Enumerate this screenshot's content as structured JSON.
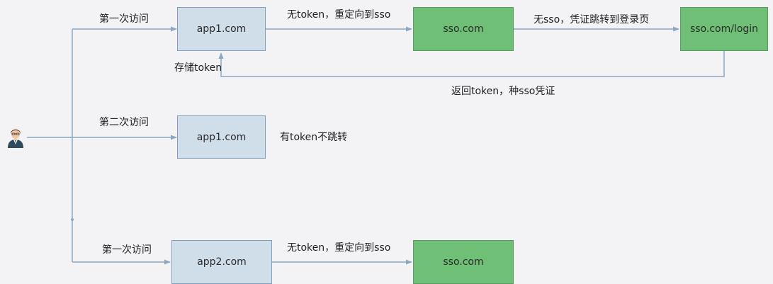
{
  "colors": {
    "background": "#f3f2f4",
    "app_box_fill": "#d0deea",
    "app_box_border": "#7f9fbe",
    "sso_box_fill": "#6fbf77",
    "arrow": "#8aa7c3"
  },
  "user": {
    "icon": "user-avatar-icon"
  },
  "boxes": {
    "app1_top": "app1.com",
    "sso_top": "sso.com",
    "sso_login": "sso.com/login",
    "app1_mid": "app1.com",
    "app2": "app2.com",
    "sso_bottom": "sso.com"
  },
  "labels": {
    "first_visit_top": "第一次访问",
    "no_token_redirect_top": "无token，重定向到sso",
    "no_sso_redirect_login": "无sso，凭证跳转到登录页",
    "store_token": "存储token",
    "return_token": "返回token，种sso凭证",
    "second_visit": "第二次访问",
    "has_token_no_redirect": "有token不跳转",
    "first_visit_bottom": "第一次访问",
    "no_token_redirect_bottom": "无token，重定向到sso"
  }
}
